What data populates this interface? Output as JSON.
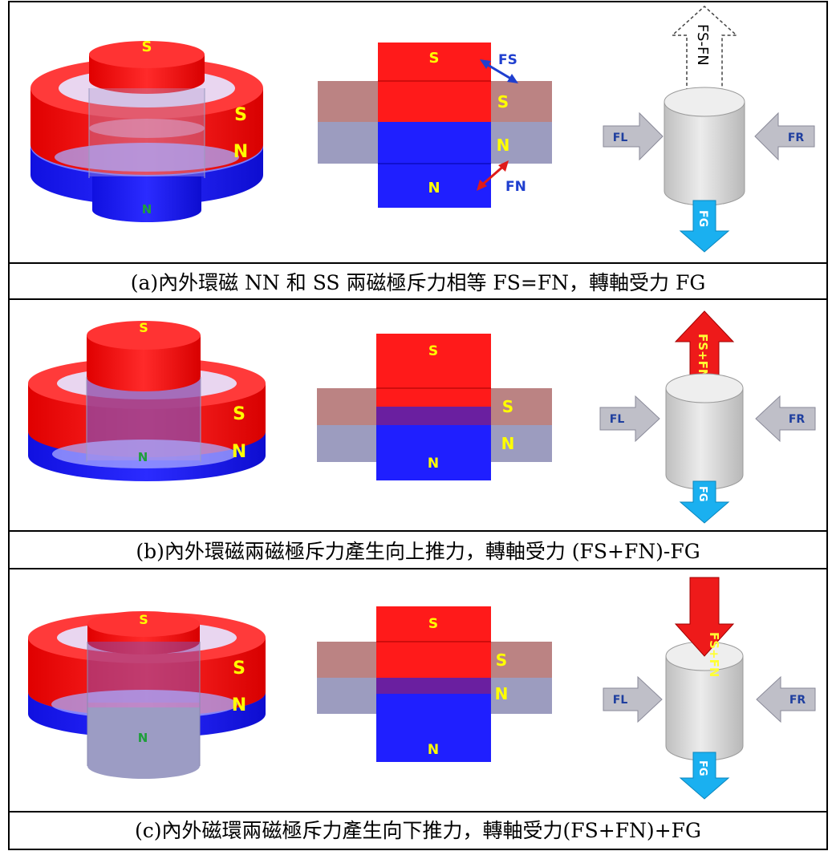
{
  "rows": [
    {
      "caption": "(a)內外環磁 NN 和 SS 兩磁極斥力相等 FS=FN，轉軸受力 FG",
      "magnet_3d": {
        "top_pole": "S",
        "ring_pole_upper": "S",
        "ring_pole_lower": "N",
        "bottom_pole": "N"
      },
      "cross_section": {
        "inner_top": "S",
        "inner_bottom": "N",
        "ring_upper": "S",
        "ring_lower": "N",
        "force_upper": "FS",
        "force_lower": "FN"
      },
      "shaft": {
        "up_force": "FS-FN",
        "left_force": "FL",
        "right_force": "FR",
        "down_force": "FG"
      }
    },
    {
      "caption": "(b)內外環磁兩磁極斥力產生向上推力，轉軸受力 (FS+FN)-FG",
      "magnet_3d": {
        "top_pole": "S",
        "ring_pole_upper": "S",
        "ring_pole_lower": "N",
        "bottom_pole": "N"
      },
      "cross_section": {
        "inner_top": "S",
        "inner_bottom": "N",
        "ring_upper": "S",
        "ring_lower": "N"
      },
      "shaft": {
        "up_force": "FS+FN",
        "left_force": "FL",
        "right_force": "FR",
        "down_force": "FG"
      }
    },
    {
      "caption": "(c)內外磁環兩磁極斥力產生向下推力，轉軸受力(FS+FN)+FG",
      "magnet_3d": {
        "top_pole": "S",
        "ring_pole_upper": "S",
        "ring_pole_lower": "N",
        "bottom_pole": "N"
      },
      "cross_section": {
        "inner_top": "S",
        "inner_bottom": "N",
        "ring_upper": "S",
        "ring_lower": "N"
      },
      "shaft": {
        "down_push_force": "FS+FN",
        "left_force": "FL",
        "right_force": "FR",
        "down_force": "FG"
      }
    }
  ],
  "colors": {
    "south_pole": "#ff1a1a",
    "north_pole": "#1f1fff",
    "ring_south_faded": "#bb8383",
    "ring_north_faded": "#9c9cbf",
    "overlap": "#6a1fa0",
    "pole_label": "#ffff00",
    "pole_label_green": "#1e9e3a",
    "force_fs_arrow": "#1f3fcf",
    "force_fn_arrow": "#e01a1a",
    "fg_arrow": "#1ab0f0",
    "side_arrow": "#bfbfc8",
    "shaft": "#dcdcdc"
  }
}
